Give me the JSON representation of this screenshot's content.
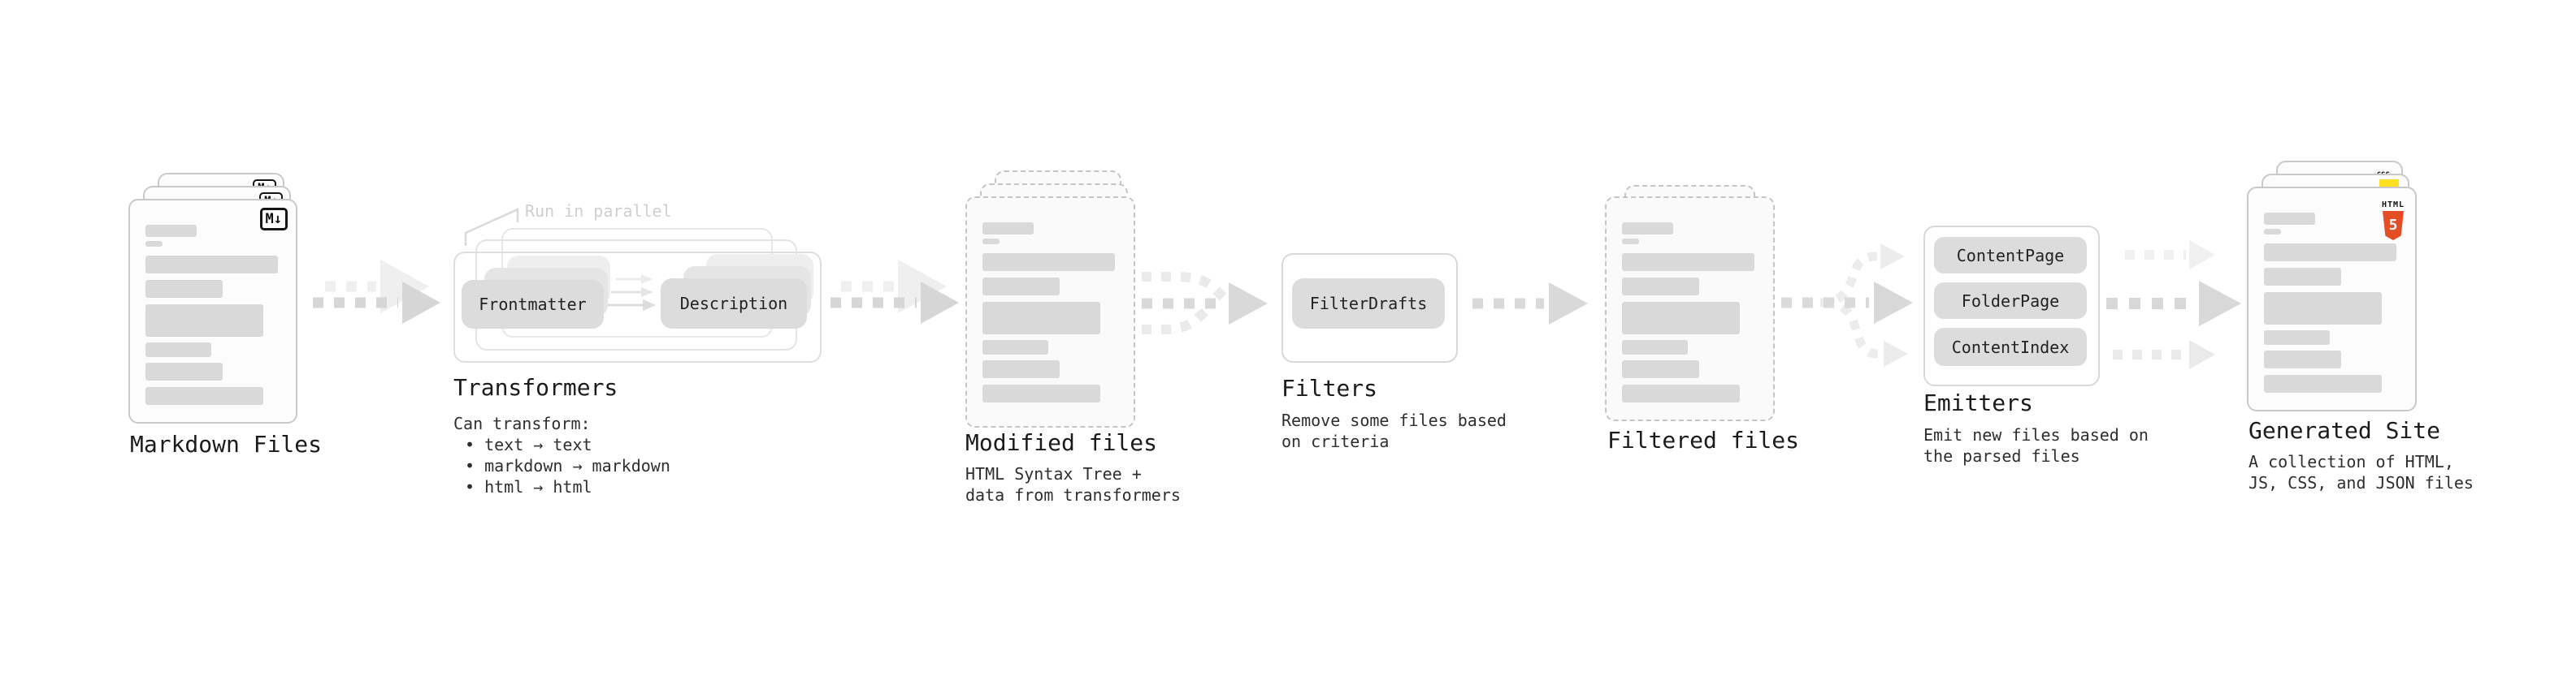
{
  "colors": {
    "html5_orange": "#e44d26",
    "js_yellow": "#ffdf1e",
    "css_blue": "#2965f1",
    "box_fill": "#dcdcdc",
    "bar_fill": "#d9d9d9",
    "arrow_gray": "#d6d6d6",
    "text_dark": "#1b1b1b",
    "annotation_gray": "#cfcfcf"
  },
  "stages": {
    "markdown": {
      "label": "Markdown Files",
      "badge": "M↓"
    },
    "transformers": {
      "annotation": "Run in parallel",
      "box_left": "Frontmatter",
      "box_right": "Description",
      "label": "Transformers",
      "desc_heading": "Can transform:",
      "bullets": [
        "• text → text",
        "• markdown → markdown",
        "• html → html"
      ]
    },
    "modified": {
      "label": "Modified files",
      "desc": [
        "HTML Syntax Tree +",
        "data from transformers"
      ]
    },
    "filters": {
      "label": "Filters",
      "box": "FilterDrafts",
      "desc": [
        "Remove some files based",
        "on criteria"
      ]
    },
    "filtered": {
      "label": "Filtered files"
    },
    "emitters": {
      "label": "Emitters",
      "boxes": [
        "ContentPage",
        "FolderPage",
        "ContentIndex"
      ],
      "desc": [
        "Emit new files based on",
        "the parsed files"
      ]
    },
    "generated": {
      "label": "Generated Site",
      "desc": [
        "A collection of HTML,",
        "JS, CSS, and JSON files"
      ],
      "html5_icon": {
        "text": "HTML",
        "digit": "5"
      },
      "css_icon": "CSS"
    }
  }
}
